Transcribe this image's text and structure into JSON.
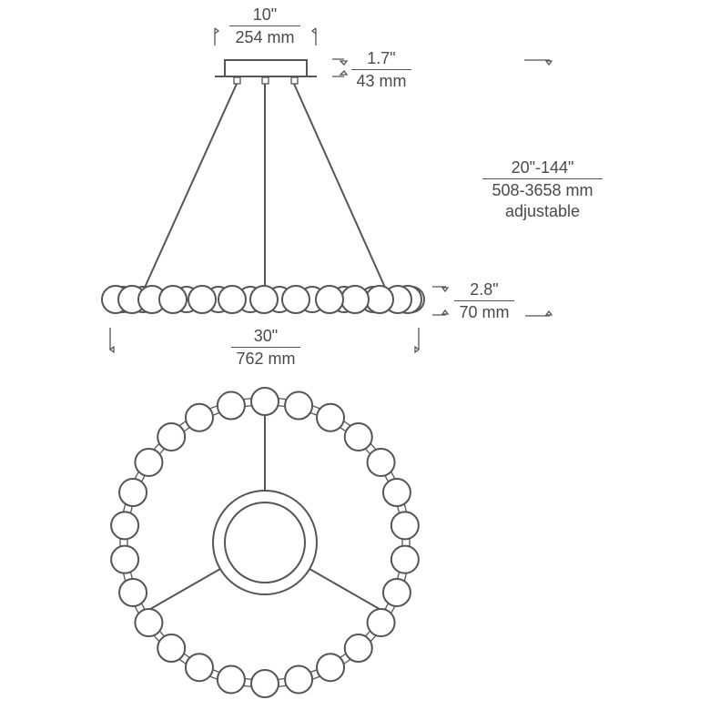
{
  "dimensions": {
    "canopy_width": {
      "imperial": "10\"",
      "metric": "254 mm"
    },
    "canopy_height": {
      "imperial": "1.7\"",
      "metric": "43 mm"
    },
    "overall_height": {
      "imperial": "20\"-144\"",
      "metric": "508-3658 mm",
      "note": "adjustable"
    },
    "fixture_height": {
      "imperial": "2.8\"",
      "metric": "70 mm"
    },
    "fixture_width": {
      "imperial": "30\"",
      "metric": "762 mm"
    }
  },
  "colors": {
    "line": "#555555",
    "text": "#4a4a4a"
  }
}
